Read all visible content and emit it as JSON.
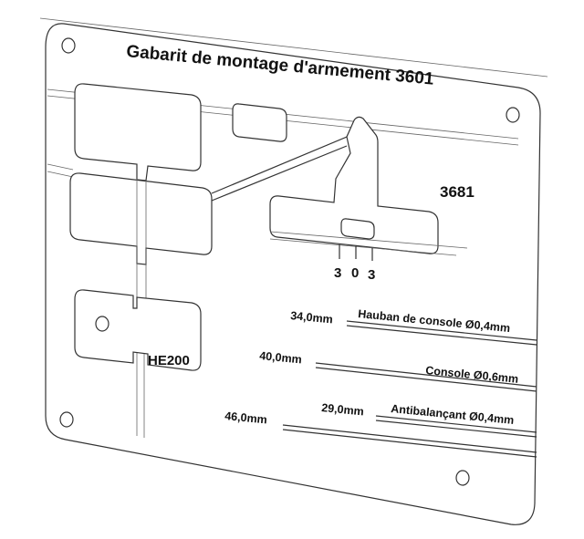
{
  "title": "Gabarit de montage d'armement 3601",
  "part_number": "3681",
  "slot_label": "HE200",
  "tick_labels": [
    "3",
    "0",
    "3"
  ],
  "gauges": [
    {
      "length": "34,0mm",
      "label": "Hauban de console Ø0,4mm"
    },
    {
      "length": "40,0mm",
      "label": "Console Ø0,6mm"
    },
    {
      "length": "29,0mm",
      "label": "Antibalançant Ø0,4mm"
    },
    {
      "length": "46,0mm",
      "label": ""
    }
  ]
}
